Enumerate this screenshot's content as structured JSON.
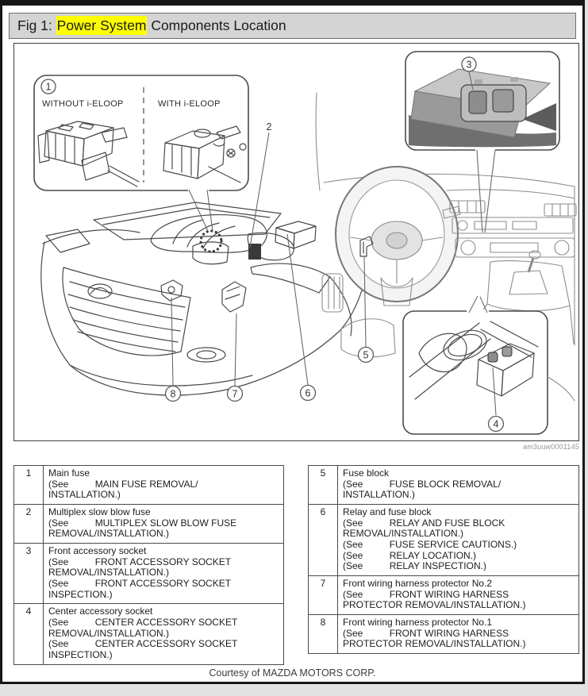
{
  "page": {
    "title_prefix": "Fig 1: ",
    "title_highlight": "Power System",
    "title_suffix": " Components Location",
    "footer": "Courtesy of MAZDA MOTORS CORP.",
    "watermark": "am3uuw0001145"
  },
  "colors": {
    "highlight": "#ffff00",
    "titlebar_bg": "#d4d4d4",
    "card_border": "#161616",
    "table_border": "#4a4a4a"
  },
  "diagram": {
    "inset1": {
      "callout": "1",
      "left_label": "WITHOUT i-ELOOP",
      "right_label": "WITH i-ELOOP"
    },
    "callouts": {
      "c2": "2",
      "c3": "3",
      "c4": "4",
      "c5": "5",
      "c6": "6",
      "c7": "7",
      "c8": "8"
    }
  },
  "tables": {
    "left": {
      "rows": [
        {
          "num": "1",
          "lines": [
            "Main fuse",
            "(See          MAIN FUSE REMOVAL/",
            "INSTALLATION.)"
          ]
        },
        {
          "num": "2",
          "lines": [
            "Multiplex slow blow fuse",
            "(See          MULTIPLEX SLOW BLOW FUSE",
            "REMOVAL/INSTALLATION.)"
          ]
        },
        {
          "num": "3",
          "lines": [
            "Front accessory socket",
            "(See          FRONT ACCESSORY SOCKET",
            "REMOVAL/INSTALLATION.)",
            "(See          FRONT ACCESSORY SOCKET",
            "INSPECTION.)"
          ]
        },
        {
          "num": "4",
          "lines": [
            "Center accessory socket",
            "(See          CENTER ACCESSORY SOCKET",
            "REMOVAL/INSTALLATION.)",
            "(See          CENTER ACCESSORY SOCKET",
            "INSPECTION.)"
          ]
        }
      ]
    },
    "right": {
      "rows": [
        {
          "num": "5",
          "lines": [
            "Fuse block",
            "(See          FUSE BLOCK REMOVAL/",
            "INSTALLATION.)"
          ]
        },
        {
          "num": "6",
          "lines": [
            "Relay and fuse block",
            "(See          RELAY AND FUSE BLOCK",
            "REMOVAL/INSTALLATION.)",
            "(See          FUSE SERVICE CAUTIONS.)",
            "(See          RELAY LOCATION.)",
            "(See          RELAY INSPECTION.)"
          ]
        },
        {
          "num": "7",
          "lines": [
            "Front wiring harness protector No.2",
            "(See          FRONT WIRING HARNESS",
            "PROTECTOR REMOVAL/INSTALLATION.)"
          ]
        },
        {
          "num": "8",
          "lines": [
            "Front wiring harness protector No.1",
            "(See          FRONT WIRING HARNESS",
            "PROTECTOR REMOVAL/INSTALLATION.)"
          ]
        }
      ]
    }
  }
}
